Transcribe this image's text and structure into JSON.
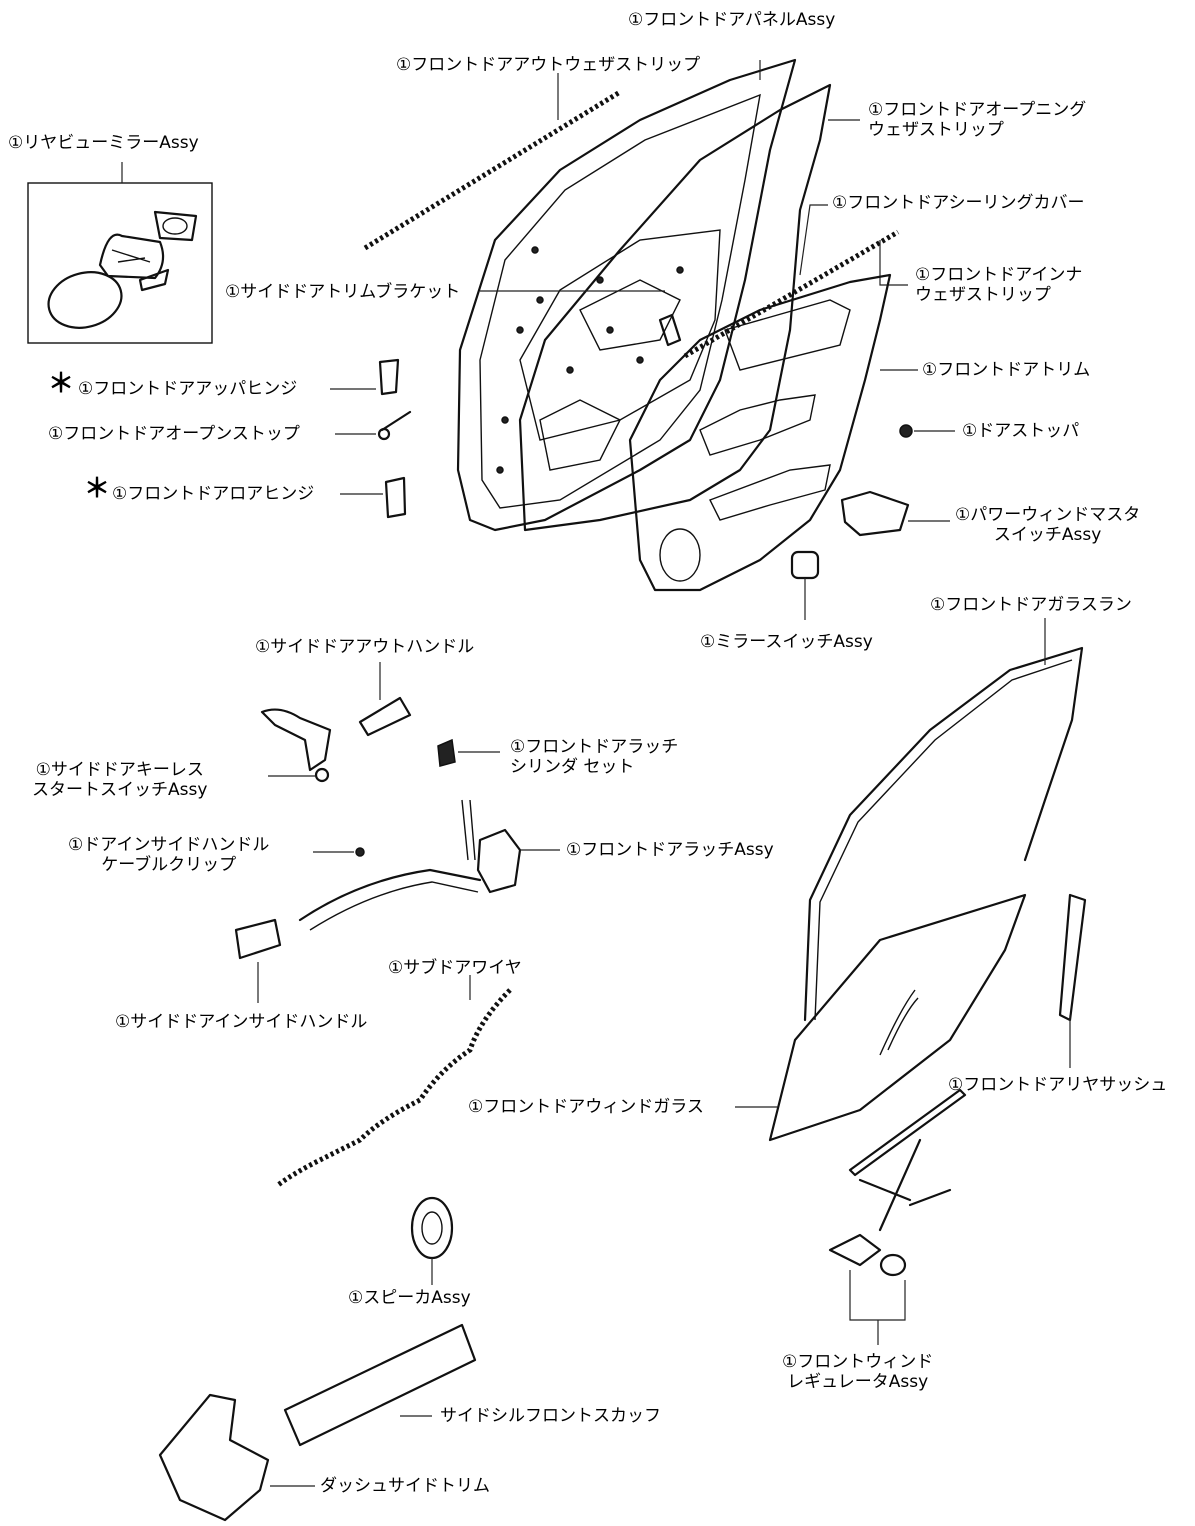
{
  "diagram": {
    "labels": {
      "front_door_panel": "①フロントドアパネルAssy",
      "front_door_outer_weatherstrip": "①フロントドアアウトウェザストリップ",
      "front_door_opening_weatherstrip": "①フロントドアオープニング\nウェザストリップ",
      "rear_view_mirror": "①リヤビューミラーAssy",
      "front_door_sealing_cover": "①フロントドアシーリングカバー",
      "front_door_inner_weatherstrip": "①フロントドアインナ\nウェザストリップ",
      "side_door_trim_bracket": "①サイドドアトリムブラケット",
      "front_door_upper_hinge": "①フロントドアアッパヒンジ",
      "front_door_trim": "①フロントドアトリム",
      "front_door_open_stop": "①フロントドアオープンストップ",
      "door_stopper": "①ドアストッパ",
      "front_door_lower_hinge": "①フロントドアロアヒンジ",
      "power_window_master_switch": "①パワーウィンドマスタ\nスイッチAssy",
      "front_door_glass_run": "①フロントドアガラスラン",
      "mirror_switch": "①ミラースイッチAssy",
      "side_door_outside_handle": "①サイドドアアウトハンドル",
      "front_door_latch_cylinder": "①フロントドアラッチ\nシリンダ セット",
      "keyless_start_switch": "①サイドドアキーレス\nスタートスイッチAssy",
      "inside_handle_cable_clip": "①ドアインサイドハンドル\nケーブルクリップ",
      "front_door_latch": "①フロントドアラッチAssy",
      "side_door_inside_handle": "①サイドドアインサイドハンドル",
      "sub_door_wire": "①サブドアワイヤ",
      "front_door_rear_sash": "①フロントドアリヤサッシュ",
      "front_door_window_glass": "①フロントドアウィンドガラス",
      "speaker": "①スピーカAssy",
      "front_window_regulator": "①フロントウィンド\nレギュレータAssy",
      "side_sill_front_scuff": "サイドシルフロントスカッフ",
      "dash_side_trim": "ダッシュサイドトリム"
    },
    "marker": "＊"
  }
}
